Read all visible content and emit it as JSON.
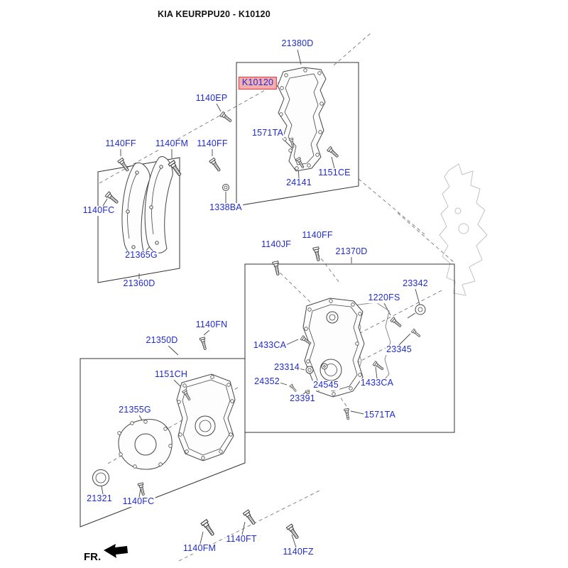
{
  "header": {
    "title": "KIA KEURPPU20 - K10120"
  },
  "footer": {
    "fr_label": "FR.",
    "fr_arrow_icon": "left-arrow"
  },
  "colors": {
    "label_blue": "#1f2bd4",
    "highlight_bg": "#f2aeb0",
    "highlight_border": "#e03a3a",
    "line": "#444444"
  },
  "diagram": {
    "highlighted_part": "K10120",
    "labels": [
      {
        "text": "21380D"
      },
      {
        "text": "K10120",
        "highlighted": true
      },
      {
        "text": "1140EP"
      },
      {
        "text": "1571TA"
      },
      {
        "text": "1140FF"
      },
      {
        "text": "1140FM"
      },
      {
        "text": "1140FF"
      },
      {
        "text": "1151CE"
      },
      {
        "text": "24141"
      },
      {
        "text": "1140FC"
      },
      {
        "text": "1338BA"
      },
      {
        "text": "21365G"
      },
      {
        "text": "21360D"
      },
      {
        "text": "1140JF"
      },
      {
        "text": "1140FF"
      },
      {
        "text": "21370D"
      },
      {
        "text": "23342"
      },
      {
        "text": "1220FS"
      },
      {
        "text": "1140FN"
      },
      {
        "text": "21350D"
      },
      {
        "text": "1433CA"
      },
      {
        "text": "23345"
      },
      {
        "text": "1151CH"
      },
      {
        "text": "23314"
      },
      {
        "text": "24352"
      },
      {
        "text": "24545"
      },
      {
        "text": "1433CA"
      },
      {
        "text": "23391"
      },
      {
        "text": "21355G"
      },
      {
        "text": "1571TA"
      },
      {
        "text": "21321"
      },
      {
        "text": "1140FC"
      },
      {
        "text": "1140FM"
      },
      {
        "text": "1140FT"
      },
      {
        "text": "1140FZ"
      }
    ]
  }
}
